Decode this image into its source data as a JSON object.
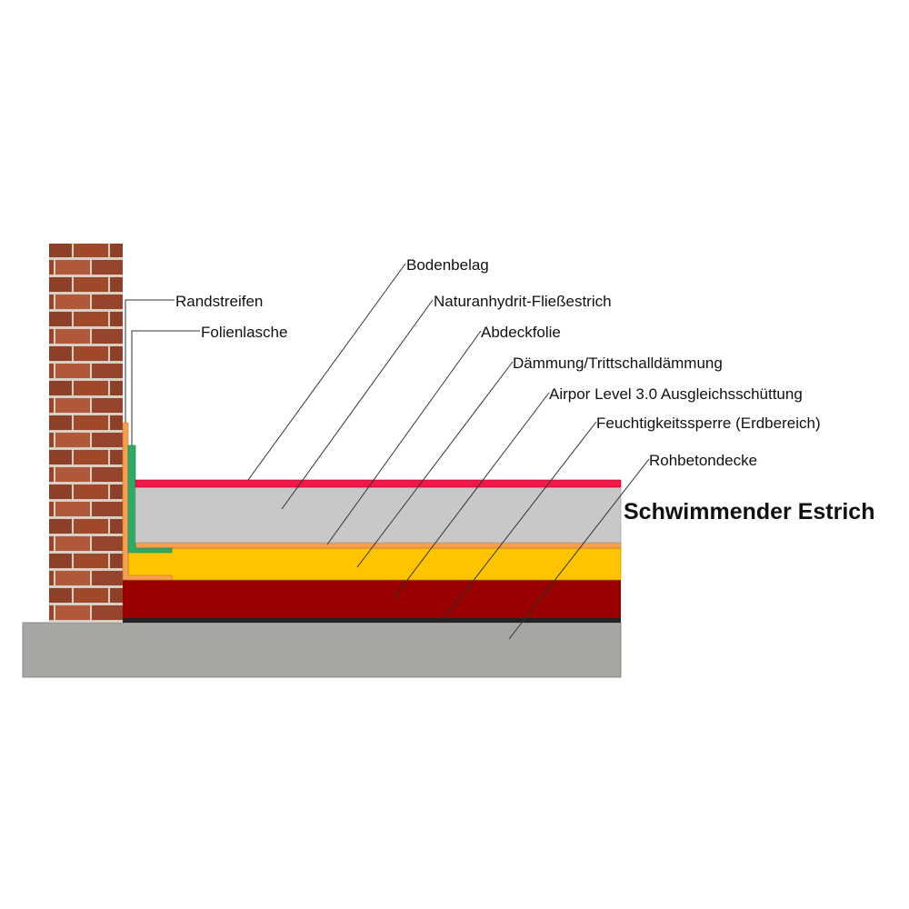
{
  "title": "Schwimmender Estrich",
  "labels": {
    "randstreifen": "Randstreifen",
    "folienlasche": "Folienlasche",
    "bodenbelag": "Bodenbelag",
    "estrich": "Naturanhydrit-Fließestrich",
    "abdeckfolie": "Abdeckfolie",
    "daemmung": "Dämmung/Trittschalldämmung",
    "airpor": "Airpor Level 3.0 Ausgleichsschüttung",
    "feuchtigkeit": "Feuchtigkeitssperre (Erdbereich)",
    "rohbeton": "Rohbetondecke"
  },
  "colors": {
    "bodenbelag": "#f0184a",
    "estrich": "#c8c8c8",
    "folie": "#f5a050",
    "daemmung": "#ffc400",
    "airpor": "#990000",
    "sperre": "#222222",
    "beton": "#a8a6a2",
    "randstreifen": "#f5a050",
    "folienlasche": "#2eaa66",
    "brick": "#a0482c",
    "mortar": "#d8cfc4"
  }
}
